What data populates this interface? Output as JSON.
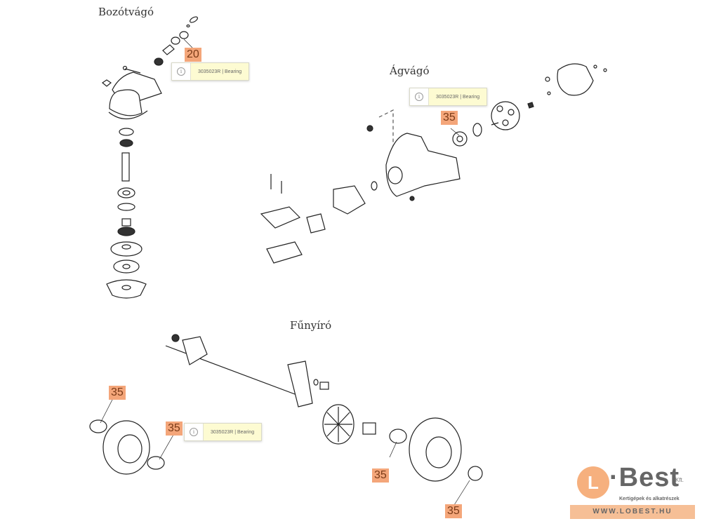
{
  "sections": {
    "brushcutter": {
      "title": "Bozótvágó",
      "badge": "20",
      "tooltip": {
        "icon": "info-icon",
        "text": "3035023R | Bearing"
      }
    },
    "pruner": {
      "title": "Ágvágó",
      "badge": "35",
      "tooltip": {
        "icon": "info-icon",
        "text": "3035023R | Bearing"
      }
    },
    "mower": {
      "title": "Fűnyíró",
      "badges": [
        "35",
        "35",
        "35",
        "35"
      ],
      "tooltip": {
        "icon": "info-icon",
        "text": "3035023R | Bearing"
      }
    }
  },
  "tooltip_info_glyph": "i",
  "logo": {
    "mark": "L",
    "brand": "·Best",
    "suffix": "Kft.",
    "tagline": "Kertigépek és alkatrészek",
    "url": "WWW.LOBEST.HU"
  },
  "colors": {
    "badge": "#f4a67a",
    "tooltip_bg": "#fdfbd2",
    "logo_accent": "#f6b07e"
  }
}
